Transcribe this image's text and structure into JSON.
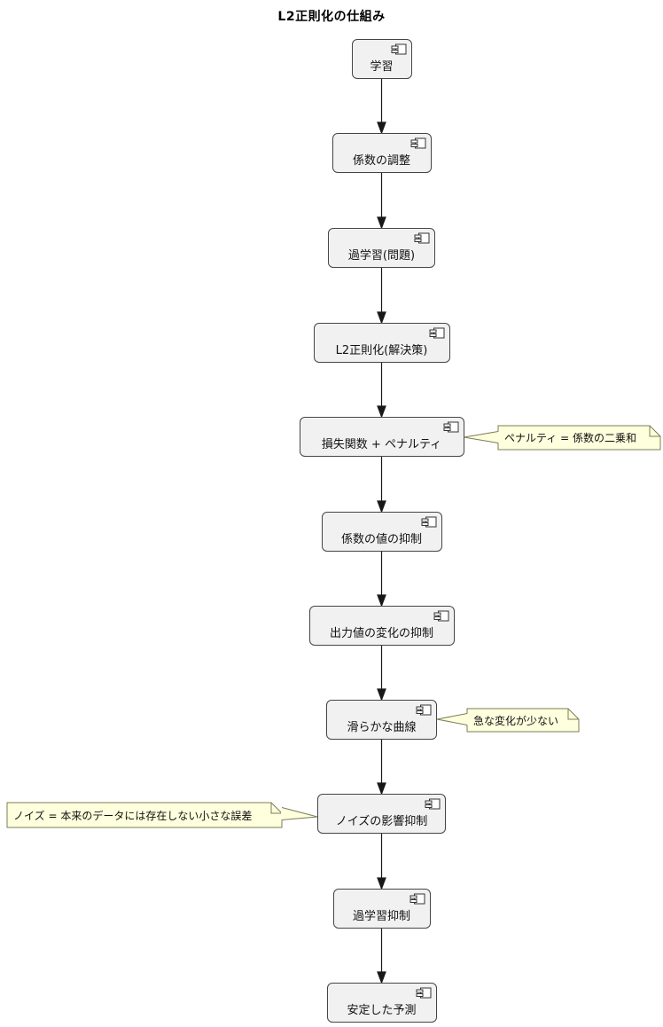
{
  "title": "L2正則化の仕組み",
  "diagram": {
    "type": "flowchart-vertical",
    "nodes": [
      {
        "label": "学習"
      },
      {
        "label": "係数の調整"
      },
      {
        "label": "過学習(問題)"
      },
      {
        "label": "L2正則化(解決策)"
      },
      {
        "label": "損失関数 + ペナルティ"
      },
      {
        "label": "係数の値の抑制"
      },
      {
        "label": "出力値の変化の抑制"
      },
      {
        "label": "滑らかな曲線"
      },
      {
        "label": "ノイズの影響抑制"
      },
      {
        "label": "過学習抑制"
      },
      {
        "label": "安定した予測"
      }
    ],
    "notes": [
      {
        "text": "ペナルティ = 係数の二乗和",
        "side": "right",
        "attached_to": "損失関数 + ペナルティ"
      },
      {
        "text": "急な変化が少ない",
        "side": "right",
        "attached_to": "滑らかな曲線"
      },
      {
        "text": "ノイズ = 本来のデータには存在しない小さな誤差",
        "side": "left",
        "attached_to": "ノイズの影響抑制"
      }
    ],
    "node_icon": "component-icon",
    "colors": {
      "background": "#FFFFFF",
      "node_fill": "#F1F1F1",
      "node_border": "#454545",
      "note_fill": "#FEFFDD",
      "note_border": "#7C7C58",
      "arrow": "#181818",
      "text": "#111111"
    }
  }
}
